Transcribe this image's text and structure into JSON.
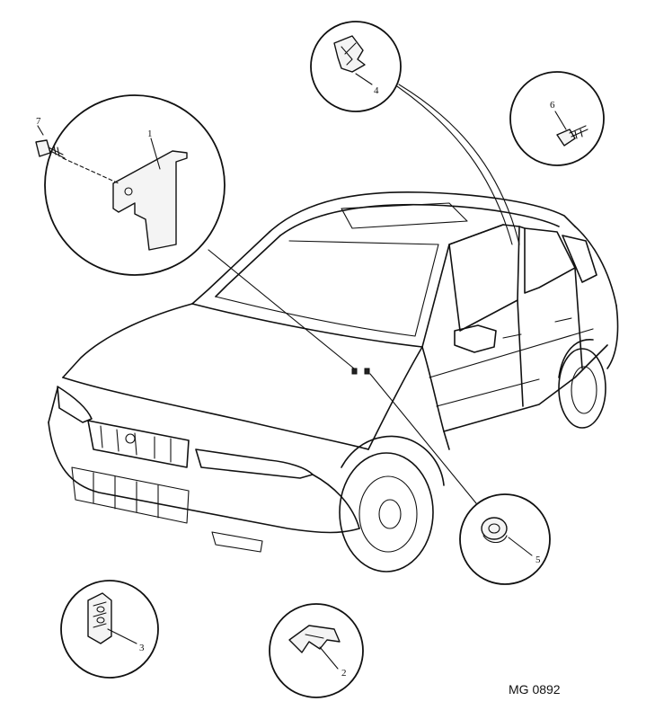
{
  "figure": {
    "reference_code": "MG 0892",
    "callouts": [
      {
        "id": "1",
        "label": "1"
      },
      {
        "id": "2",
        "label": "2"
      },
      {
        "id": "3",
        "label": "3"
      },
      {
        "id": "4",
        "label": "4"
      },
      {
        "id": "5",
        "label": "5"
      },
      {
        "id": "6",
        "label": "6"
      },
      {
        "id": "7",
        "label": "7"
      }
    ]
  }
}
